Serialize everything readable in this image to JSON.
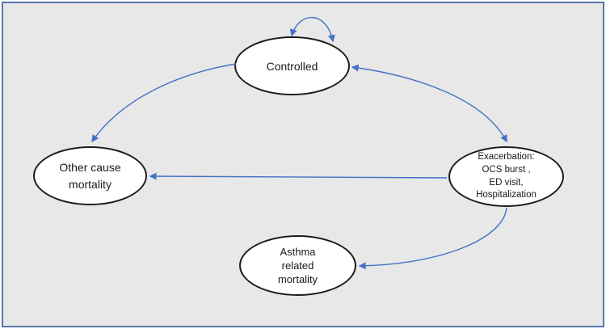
{
  "figure": {
    "description": "Asthma disease state transition model diagram"
  },
  "colors": {
    "frame-border": "#5878a8",
    "canvas-bg": "#e8e8e8",
    "node-fill": "#ffffff",
    "node-border": "#1c1c1c",
    "arrow": "#4472c4",
    "text": "#1a1a1a"
  },
  "nodes": {
    "controlled": {
      "lines": [
        "Controlled"
      ]
    },
    "other_cause_mortality": {
      "lines": [
        "Other cause",
        "mortality"
      ]
    },
    "exacerbation": {
      "lines": [
        "Exacerbation:",
        "OCS burst ,",
        "ED visit,",
        "Hospitalization"
      ]
    },
    "asthma_related_mortality": {
      "lines": [
        "Asthma",
        "related",
        "mortality"
      ]
    }
  },
  "edges": [
    {
      "id": "controlled-self-loop",
      "from": "controlled",
      "to": "controlled",
      "heads": "both"
    },
    {
      "id": "controlled-to-other-cause-mortality",
      "from": "controlled",
      "to": "other_cause_mortality",
      "heads": "end"
    },
    {
      "id": "controlled-exacerbation",
      "from": "controlled",
      "to": "exacerbation",
      "heads": "both"
    },
    {
      "id": "exacerbation-to-other-cause-mortality",
      "from": "exacerbation",
      "to": "other_cause_mortality",
      "heads": "end"
    },
    {
      "id": "exacerbation-to-asthma-related-mortality",
      "from": "exacerbation",
      "to": "asthma_related_mortality",
      "heads": "end"
    }
  ]
}
